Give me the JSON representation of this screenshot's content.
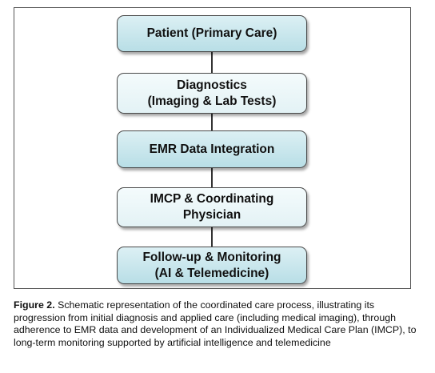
{
  "diagram": {
    "boxes": [
      {
        "label": "Patient (Primary Care)",
        "style": "dark"
      },
      {
        "label": "Diagnostics\n(Imaging & Lab Tests)",
        "style": "light"
      },
      {
        "label": "EMR Data Integration",
        "style": "dark"
      },
      {
        "label": "IMCP & Coordinating\nPhysician",
        "style": "light"
      },
      {
        "label": "Follow-up & Monitoring\n(AI & Telemedicine)",
        "style": "dark"
      }
    ]
  },
  "caption": {
    "label": "Figure 2.",
    "text": " Schematic representation of the coordinated care process, illustrating its progression from initial diagnosis and applied care (including medical imaging), through adherence to EMR data and development of an Individualized Medical Care Plan (IMCP), to long-term monitoring supported by artificial intelligence and telemedicine"
  }
}
